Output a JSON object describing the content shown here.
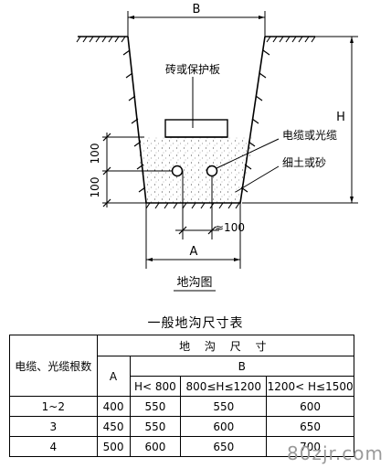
{
  "diagram": {
    "dim_top_width": "B",
    "dim_height": "H",
    "dim_bottom_width": "A",
    "dim_upper_depth": "100",
    "dim_lower_depth": "100",
    "dim_cable_spacing": "≈100",
    "label_cover": "砖或保护板",
    "label_cable": "电缆或光缆",
    "label_fill": "细土或砂",
    "caption": "地沟图"
  },
  "table": {
    "title": "一般地沟尺寸表",
    "header": {
      "count_col": "电缆、光缆根数",
      "trench": "地 沟 尺 寸",
      "a_col": "A",
      "b_col": "B",
      "b_sub": [
        "H< 800",
        "800≤H≤1200",
        "1200< H≤1500"
      ]
    },
    "rows": [
      {
        "count": "1~2",
        "a": "400",
        "b1": "550",
        "b2": "550",
        "b3": "600"
      },
      {
        "count": "3",
        "a": "450",
        "b1": "550",
        "b2": "600",
        "b3": "650"
      },
      {
        "count": "4",
        "a": "500",
        "b1": "600",
        "b2": "650",
        "b3": "700"
      }
    ]
  },
  "watermark": "80zjr.com"
}
